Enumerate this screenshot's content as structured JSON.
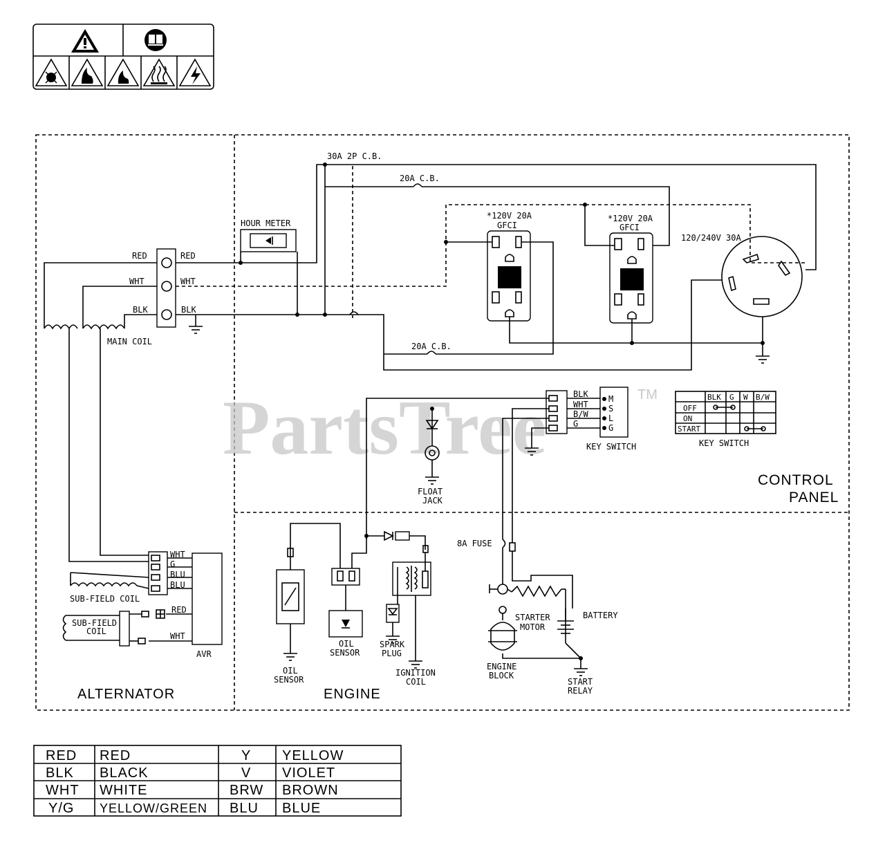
{
  "watermark": {
    "text": "PartsTree",
    "tm": "TM"
  },
  "sections": {
    "control_panel_l1": "CONTROL",
    "control_panel_l2": "PANEL",
    "alternator": "ALTERNATOR",
    "engine": "ENGINE"
  },
  "labels": {
    "cb_30a": "30A 2P C.B.",
    "cb_20a_top": "20A C.B.",
    "cb_20a_bottom": "20A C.B.",
    "gfci1_l1": "*120V 20A",
    "gfci1_l2": "GFCI",
    "gfci2_l1": "*120V 20A",
    "gfci2_l2": "GFCI",
    "outlet_30a": "120/240V 30A",
    "hour_meter": "HOUR METER",
    "main_coil": "MAIN COIL",
    "term_red_l": "RED",
    "term_red_r": "RED",
    "term_wht_l": "WHT",
    "term_wht_r": "WHT",
    "term_blk_l": "BLK",
    "term_blk_r": "BLK",
    "ks_blk": "BLK",
    "ks_wht": "WHT",
    "ks_bw": "B/W",
    "ks_g": "G",
    "ks_m": "M",
    "ks_s": "S",
    "ks_l": "L",
    "ks_gg": "G",
    "key_switch": "KEY SWITCH",
    "key_switch_table": "KEY SWITCH",
    "float_jack_l1": "FLOAT",
    "float_jack_l2": "JACK",
    "fuse_8a": "8A FUSE",
    "avr_wht": "WHT",
    "avr_g": "G",
    "avr_blu1": "BLU",
    "avr_blu2": "BLU",
    "avr_red": "RED",
    "avr_wht2": "WHT",
    "avr": "AVR",
    "sub_field_coil": "SUB-FIELD COIL",
    "sub_field_coil2_l1": "SUB-FIELD",
    "sub_field_coil2_l2": "COIL",
    "oil_sensor1_l1": "OIL",
    "oil_sensor1_l2": "SENSOR",
    "oil_sensor2_l1": "OIL",
    "oil_sensor2_l2": "SENSOR",
    "spark_plug_l1": "SPARK",
    "spark_plug_l2": "PLUG",
    "ignition_coil_l1": "IGNITION",
    "ignition_coil_l2": "COIL",
    "starter_motor_l1": "STARTER",
    "starter_motor_l2": "MOTOR",
    "battery": "BATTERY",
    "engine_block_l1": "ENGINE",
    "engine_block_l2": "BLOCK",
    "start_relay_l1": "START",
    "start_relay_l2": "RELAY"
  },
  "key_switch_table": {
    "headers": [
      "",
      "BLK",
      "G",
      "W",
      "B/W"
    ],
    "rows": [
      "OFF",
      "ON",
      "START"
    ]
  },
  "color_legend": [
    [
      "RED",
      "RED",
      "Y",
      "YELLOW"
    ],
    [
      "BLK",
      "BLACK",
      "V",
      "VIOLET"
    ],
    [
      "WHT",
      "WHITE",
      "BRW",
      "BROWN"
    ],
    [
      "Y/G",
      "YELLOW/GREEN",
      "BLU",
      "BLUE"
    ]
  ]
}
